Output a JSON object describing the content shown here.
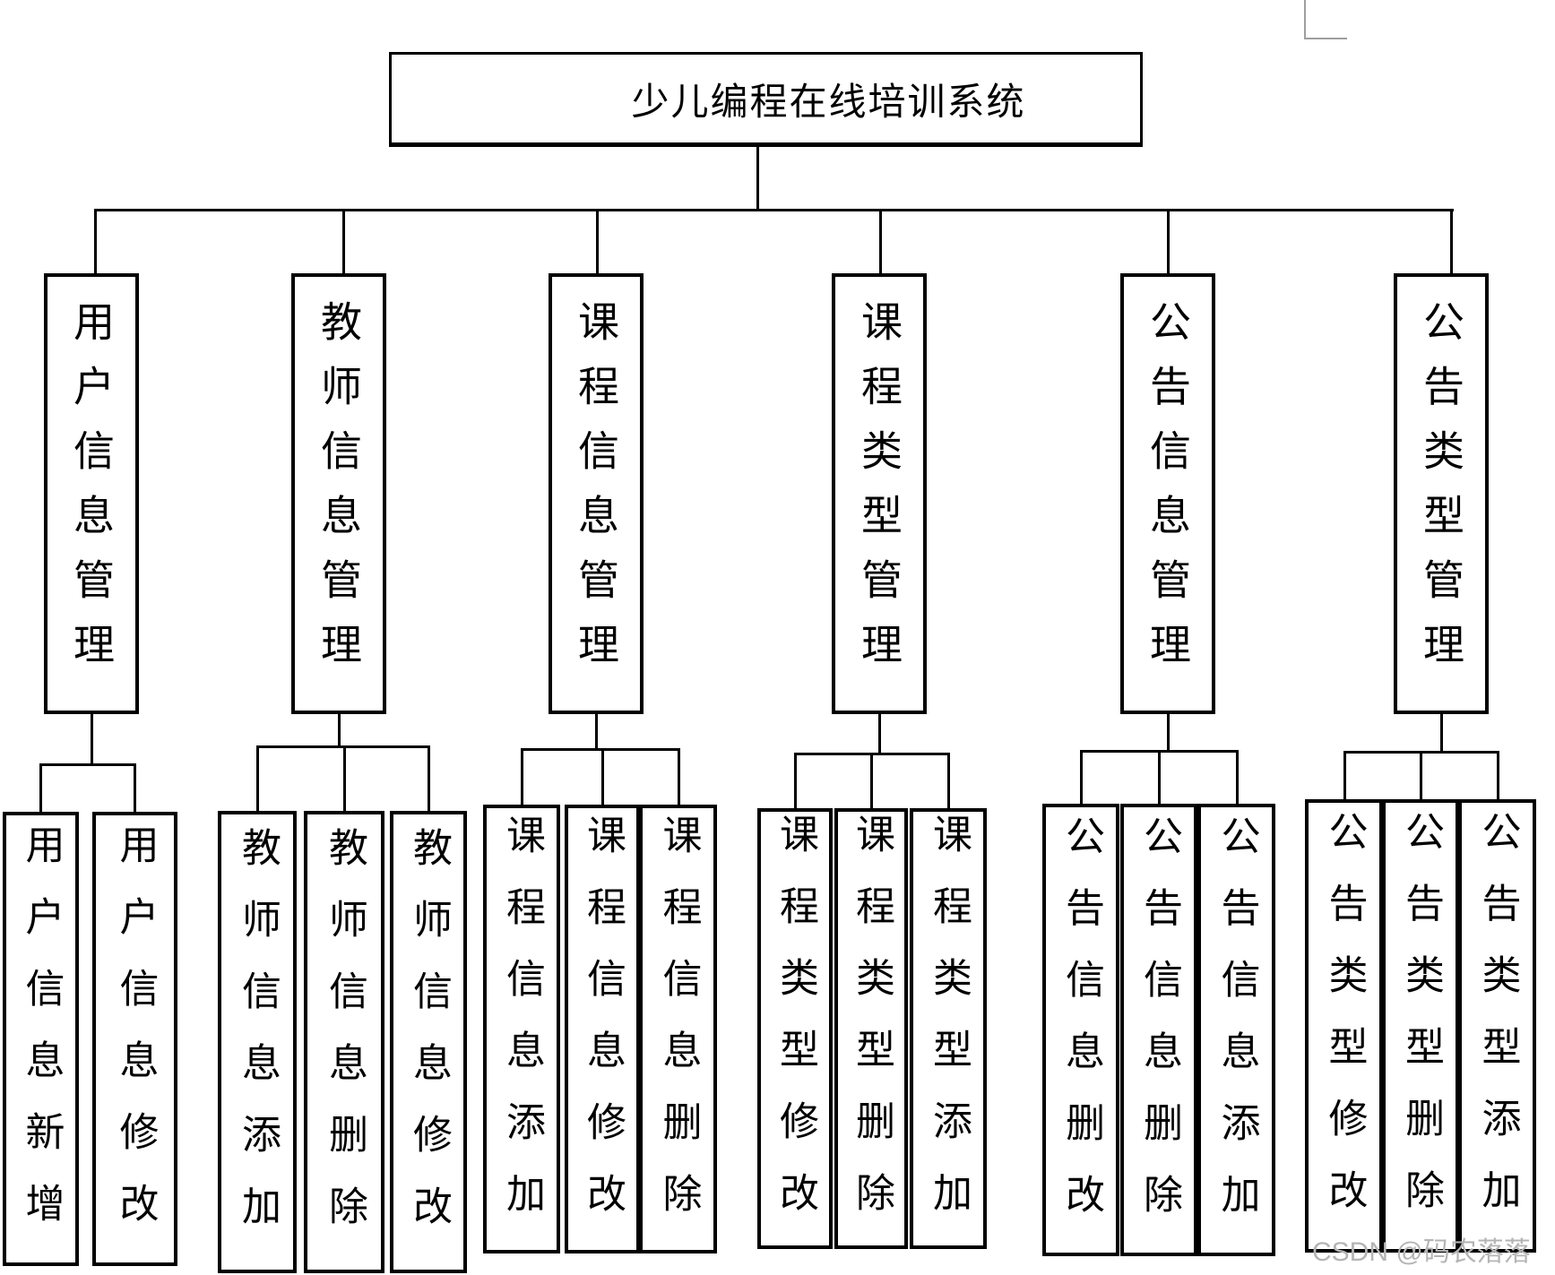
{
  "title": "少儿编程在线培训系统",
  "watermark": "CSDN @码农落落",
  "colors": {
    "line": "#000000",
    "background": "#ffffff",
    "watermark": "#b4b4b4"
  },
  "tree": {
    "root": {
      "label": "少儿编程在线培训系统"
    },
    "groups": [
      {
        "label": "用户信息管理",
        "children": [
          "用户信息新增",
          "用户信息修改"
        ]
      },
      {
        "label": "教师信息管理",
        "children": [
          "教师信息添加",
          "教师信息删除",
          "教师信息修改"
        ]
      },
      {
        "label": "课程信息管理",
        "children": [
          "课程信息添加",
          "课程信息修改",
          "课程信息删除"
        ]
      },
      {
        "label": "课程类型管理",
        "children": [
          "课程类型修改",
          "课程类型删除",
          "课程类型添加"
        ]
      },
      {
        "label": "公告信息管理",
        "children": [
          "公告信息删改",
          "公告信息删除",
          "公告信息添加"
        ]
      },
      {
        "label": "公告类型管理",
        "children": [
          "公告类型修改",
          "公告类型删除",
          "公告类型添加"
        ]
      }
    ]
  }
}
